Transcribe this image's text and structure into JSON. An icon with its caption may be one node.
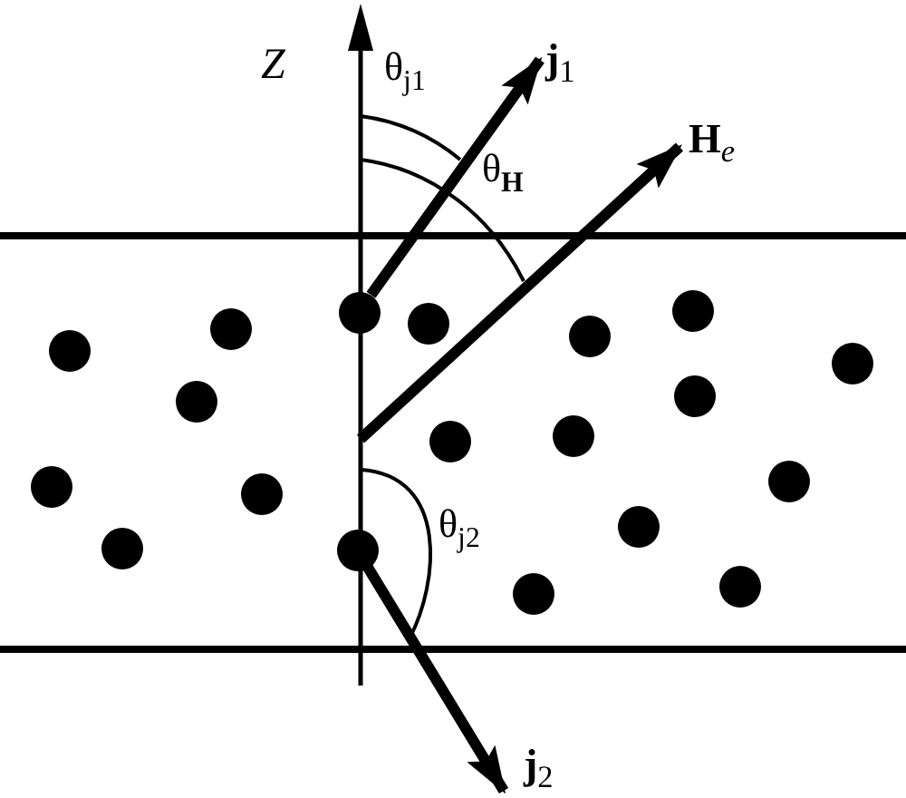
{
  "diagram": {
    "nodes": [
      {
        "text": [
          "**j**$_{1}$"
        ]
      },
      {
        "text": [
          "**H**$_{e}$"
        ]
      },
      {
        "text": [],
        "shape": "circle"
      },
      {
        "text": [],
        "shape": "circle"
      },
      {
        "text": [],
        "shape": "circle"
      },
      {
        "text": [],
        "shape": "circle"
      },
      {
        "text": [],
        "shape": "circle"
      },
      {
        "text": [],
        "shape": "circle"
      },
      {
        "text": [],
        "shape": "circle"
      },
      {
        "text": [],
        "shape": "circle"
      },
      {
        "text": [],
        "shape": "circle"
      },
      {
        "text": [],
        "shape": "circle"
      },
      {
        "text": [],
        "shape": "circle"
      },
      {
        "text": [],
        "shape": "circle"
      },
      {
        "text": [],
        "shape": "circle"
      },
      {
        "text": [],
        "shape": "circle"
      },
      {
        "text": [],
        "shape": "circle"
      },
      {
        "text": [],
        "shape": "circle"
      },
      {
        "text": [],
        "shape": "circle"
      },
      {
        "text": [],
        "shape": "circle"
      },
      {
        "text": [],
        "shape": "circle"
      },
      {
        "text": [
          "**j**$_{2}$"
        ]
      }
    ],
    "edges": [
      {
        "from": 3,
        "to": 0,
        "arrow": "to"
      },
      {
        "from": null,
        "to": 1,
        "arrow": "to"
      },
      {
        "from": 18,
        "to": 21,
        "arrow": "to"
      }
    ],
    "labels": [
      "Z",
      "θ$_{j1}$",
      "θ$_{H}$",
      "θ$_{j2}$"
    ]
  }
}
